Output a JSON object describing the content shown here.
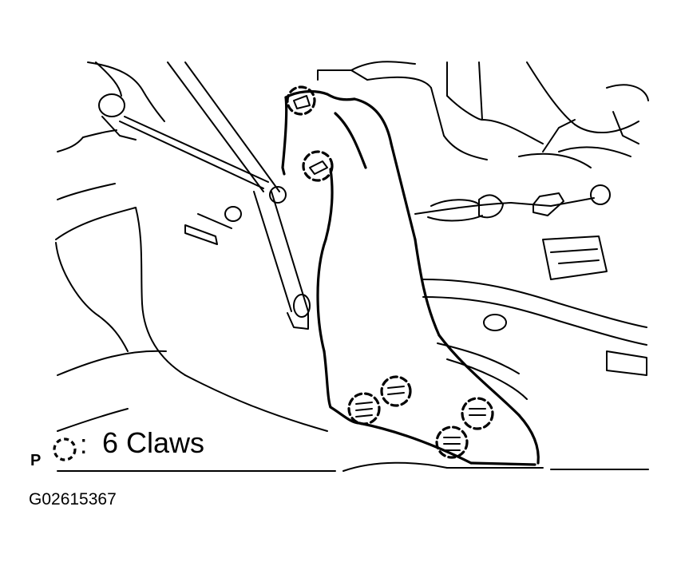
{
  "legend": {
    "marker_letter": "P",
    "separator": ":",
    "label": "6 Claws"
  },
  "figure": {
    "id": "G02615367"
  },
  "callouts": {
    "claw_count": 6,
    "marker_style": "dashed-circle"
  },
  "colors": {
    "line": "#000000",
    "background": "#ffffff"
  }
}
